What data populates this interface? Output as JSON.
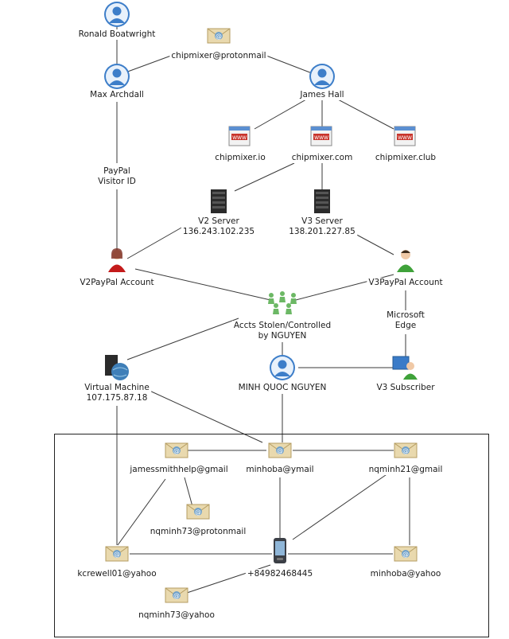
{
  "nodes": {
    "ronald": {
      "label": "Ronald Boatwright",
      "icon": "person-icon"
    },
    "proton": {
      "label": "chipmixer@protonmail",
      "icon": "email-icon"
    },
    "max": {
      "label": "Max Archdall",
      "icon": "person-icon"
    },
    "james": {
      "label": "James Hall",
      "icon": "person-icon"
    },
    "io": {
      "label": "chipmixer.io",
      "icon": "website-icon"
    },
    "com": {
      "label": "chipmixer.com",
      "icon": "website-icon"
    },
    "club": {
      "label": "chipmixer.club",
      "icon": "website-icon"
    },
    "visitor": {
      "label": "PayPal\nVisitor ID"
    },
    "v2server": {
      "label": "V2 Server\n136.243.102.235",
      "icon": "server-icon"
    },
    "v3server": {
      "label": "V3 Server\n138.201.227.85",
      "icon": "server-icon"
    },
    "v2paypal": {
      "label": "V2PayPal Account",
      "icon": "female-user-icon"
    },
    "v3paypal": {
      "label": "V3PayPal Account",
      "icon": "green-user-icon"
    },
    "accts": {
      "label": "Accts Stolen/Controlled\nby NGUYEN",
      "icon": "group-icon"
    },
    "edge": {
      "label": "Microsoft\nEdge"
    },
    "vm": {
      "label": "Virtual Machine\n107.175.87.18",
      "icon": "virtual-machine-icon"
    },
    "minh": {
      "label": "MINH QUOC NGUYEN",
      "icon": "blue-user-icon"
    },
    "v3sub": {
      "label": "V3 Subscriber",
      "icon": "subscriber-icon"
    },
    "jamessmith": {
      "label": "jamessmithhelp@gmail",
      "icon": "email-icon"
    },
    "minhoba_ymail": {
      "label": "minhoba@ymail",
      "icon": "email-icon"
    },
    "nqminh21": {
      "label": "nqminh21@gmail",
      "icon": "email-icon"
    },
    "nqminh73p": {
      "label": "nqminh73@protonmail",
      "icon": "email-icon"
    },
    "kcrewell": {
      "label": "kcrewell01@yahoo",
      "icon": "email-icon"
    },
    "phone": {
      "label": "+84982468445",
      "icon": "phone-icon"
    },
    "minhoba_yahoo": {
      "label": "minhoba@yahoo",
      "icon": "email-icon"
    },
    "nqminh73y": {
      "label": "nqminh73@yahoo",
      "icon": "email-icon"
    }
  },
  "colors": {
    "line": "#3a3a3a",
    "person": "#3d7ec9",
    "envelope": "#e9d9ae",
    "envelope_border": "#b59d63",
    "server": "#2b2b2b"
  }
}
